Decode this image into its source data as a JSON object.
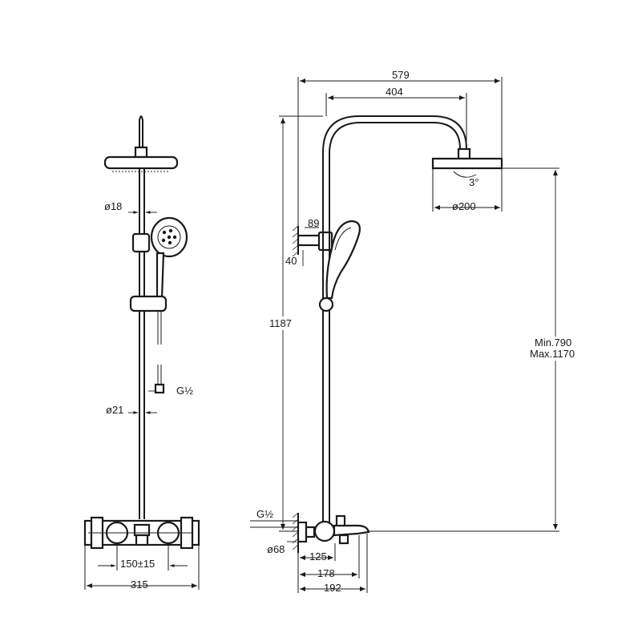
{
  "front_view": {
    "dim_head_pipe": "ø18",
    "dim_riser": "ø21",
    "thread": "G½",
    "dim_center": "150±15",
    "dim_total_width": "315"
  },
  "side_view": {
    "dim_total_reach": "579",
    "dim_arm": "404",
    "dim_head": "ø200",
    "angle": "3°",
    "dim_holder_h": "89",
    "dim_holder_w": "40",
    "dim_height": "1187",
    "range_min": "Min.790",
    "range_max": "Max.1170",
    "thread": "G½",
    "dim_escutcheon": "ø68",
    "dim_125": "125",
    "dim_178": "178",
    "dim_192": "192"
  },
  "colors": {
    "line": "#1a1a1a",
    "background": "#ffffff"
  }
}
